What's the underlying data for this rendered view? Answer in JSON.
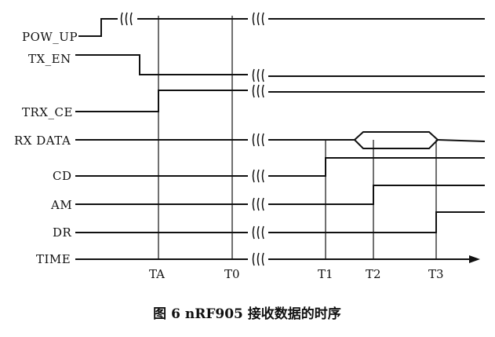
{
  "signals": {
    "pow_up": "POW_UP",
    "tx_en": "TX_EN",
    "trx_ce": "TRX_CE",
    "rx_data": "RX DATA",
    "cd": "CD",
    "am": "AM",
    "dr": "DR",
    "time": "TIME"
  },
  "time_marks": {
    "ta": "TA",
    "t0": "T0",
    "t1": "T1",
    "t2": "T2",
    "t3": "T3"
  },
  "caption": "图 6  nRF905 接收数据的时序"
}
